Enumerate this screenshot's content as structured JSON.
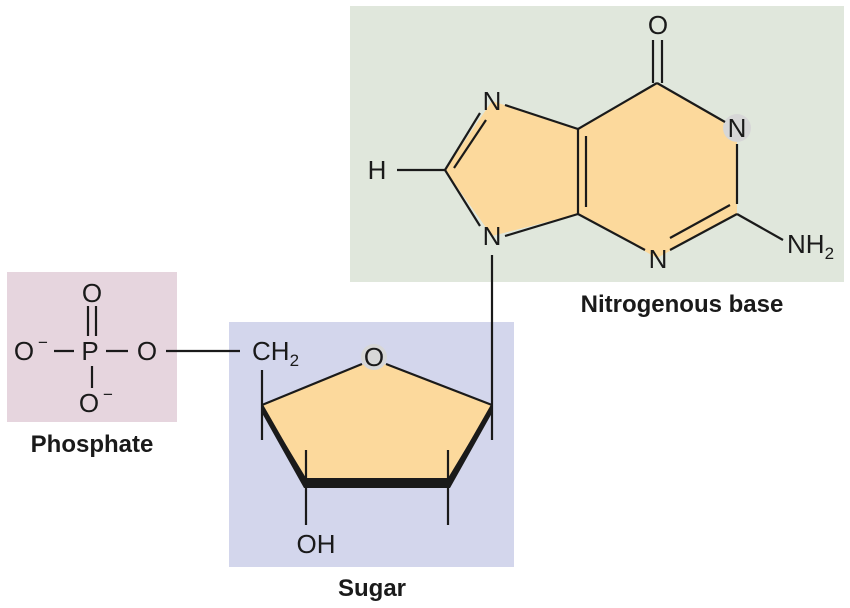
{
  "labels": {
    "phosphate": "Phosphate",
    "sugar": "Sugar",
    "base": "Nitrogenous base"
  },
  "phosphate_group": {
    "o_top": "O",
    "o_left": "O",
    "p": "P",
    "o_right": "O",
    "o_bottom": "O",
    "minus": "−"
  },
  "sugar_group": {
    "ch2_main": "CH",
    "ch2_sub": "2",
    "ring_o": "O",
    "oh": "OH"
  },
  "base_group": {
    "carbonyl_o": "O",
    "n1": "N",
    "n3": "N",
    "n7": "N",
    "n9": "N",
    "h8": "H",
    "nh2_main": "NH",
    "nh2_sub": "2"
  },
  "colors": {
    "phosphate_box": "#e6d5de",
    "sugar_box": "#d3d6ec",
    "base_box": "#e0e7dc",
    "ring_fill": "#fcd99c",
    "heteroatom_highlight": "#d7d7d7"
  }
}
